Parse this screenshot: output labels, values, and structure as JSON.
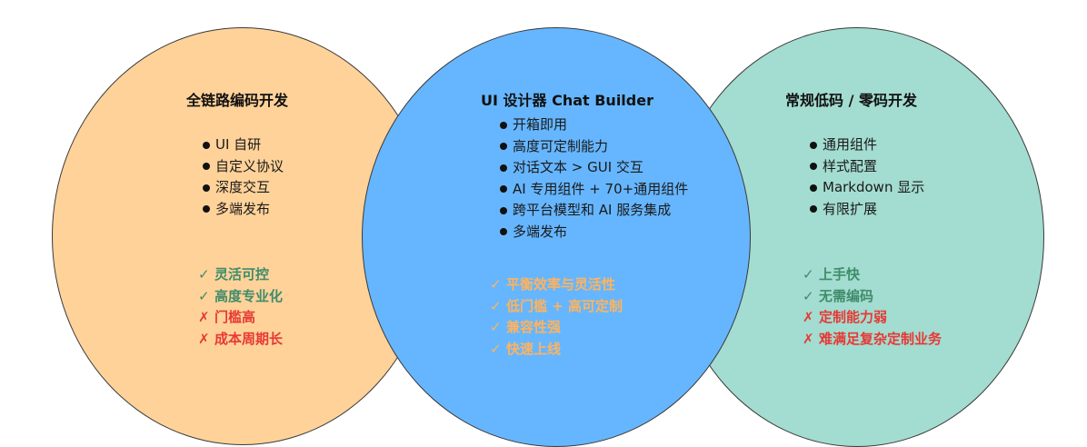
{
  "left": {
    "title": "全链路编码开发",
    "features": [
      "UI 自研",
      "自定义协议",
      "深度交互",
      "多端发布"
    ],
    "assessment": [
      {
        "mark": "✓",
        "text": "灵活可控",
        "tone": "positive",
        "color": "#3f8c6a"
      },
      {
        "mark": "✓",
        "text": "高度专业化",
        "tone": "positive",
        "color": "#3f8c6a"
      },
      {
        "mark": "✗",
        "text": "门槛高",
        "tone": "negative",
        "color": "#e53935"
      },
      {
        "mark": "✗",
        "text": "成本周期长",
        "tone": "negative",
        "color": "#e53935"
      }
    ],
    "fill": "#ffd299"
  },
  "center": {
    "title": "UI 设计器 Chat Builder",
    "features": [
      "开箱即用",
      "高度可定制能力",
      "对话文本 > GUI 交互",
      "AI 专用组件 + 70+通用组件",
      "跨平台模型和 AI 服务集成",
      "多端发布"
    ],
    "assessment": [
      {
        "mark": "✓",
        "text": "平衡效率与灵活性",
        "tone": "positive",
        "color": "#ffb35c"
      },
      {
        "mark": "✓",
        "text": "低门槛 + 高可定制",
        "tone": "positive",
        "color": "#ffb35c"
      },
      {
        "mark": "✓",
        "text": "兼容性强",
        "tone": "positive",
        "color": "#ffb35c"
      },
      {
        "mark": "✓",
        "text": "快速上线",
        "tone": "positive",
        "color": "#ffb35c"
      }
    ],
    "fill": "#66b6ff"
  },
  "right": {
    "title": "常规低码 / 零码开发",
    "features": [
      "通用组件",
      "样式配置",
      "Markdown 显示",
      "有限扩展"
    ],
    "assessment": [
      {
        "mark": "✓",
        "text": "上手快",
        "tone": "positive",
        "color": "#3f8c6a"
      },
      {
        "mark": "✓",
        "text": "无需编码",
        "tone": "positive",
        "color": "#3f8c6a"
      },
      {
        "mark": "✗",
        "text": "定制能力弱",
        "tone": "negative",
        "color": "#e53935"
      },
      {
        "mark": "✗",
        "text": "难满足复杂定制业务",
        "tone": "negative",
        "color": "#e53935"
      }
    ],
    "fill": "#a3dcd0"
  },
  "bullet_icon": "black-dot-icon"
}
